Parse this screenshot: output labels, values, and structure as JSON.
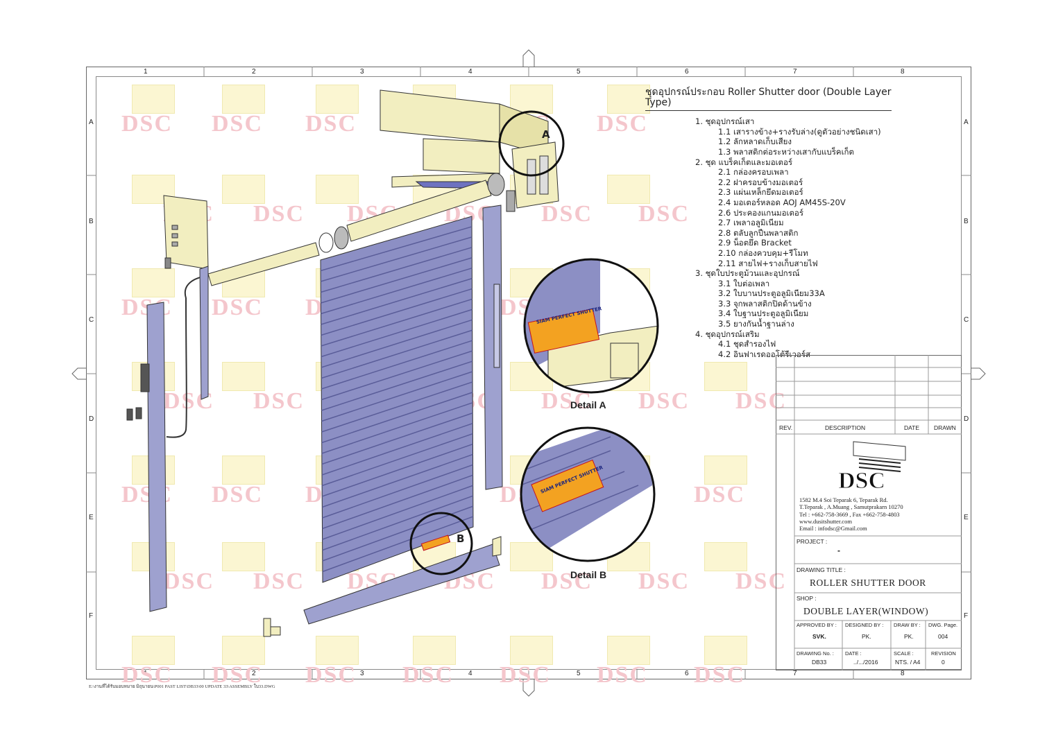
{
  "grid": {
    "columns": [
      "1",
      "2",
      "3",
      "4",
      "5",
      "6",
      "7",
      "8"
    ],
    "rows": [
      "A",
      "B",
      "C",
      "D",
      "E",
      "F"
    ]
  },
  "watermark": "DSC",
  "parts_list": {
    "title": "ชุดอุปกรณ์ประกอบ Roller Shutter door (Double Layer Type)",
    "groups": [
      {
        "label": "1. ชุดอุปกรณ์เสา",
        "items": [
          "1.1 เสารางข้าง+รางรับล่าง(ดูตัวอย่างชนิดเสา)",
          "1.2 ลักหลาดเก็บเสียง",
          "1.3 พลาสติกต่อระหว่างเสากับแบร็คเก็ต"
        ]
      },
      {
        "label": "2. ชุด แบร็คเก็ตและมอเตอร์",
        "items": [
          "2.1 กล่องครอบเพลา",
          "2.2 ฝาครอบข้างมอเตอร์",
          "2.3 แผ่นเหล็กยึดมอเตอร์",
          "2.4 มอเตอร์หลอด AOJ AM45S-20V",
          "2.6 ประคองแกนมอเตอร์",
          "2.7 เพลาอลูมิเนียม",
          "2.8 ตลับลูกปืนพลาสติก",
          "2.9 น็อตยึด Bracket",
          "2.10 กล่องควบคุม+รีโมท",
          "2.11 สายไฟ+รางเก็บสายไฟ"
        ]
      },
      {
        "label": "3. ชุดใบประตูม้วนและอุปกรณ์",
        "items": [
          "3.1 ใบต่อเพลา",
          "3.2 ใบบานประตูอลูมิเนียม33A",
          "3.3 จุกพลาสติกปิดด้านข้าง",
          "3.4 ใบฐานประตูอลูมิเนียม",
          "3.5 ยางกันน้ำฐานล่าง"
        ]
      },
      {
        "label": "4. ชุดอุปกรณ์เสริม",
        "items": [
          "4.1 ชุดสำรองไฟ",
          "4.2 อินฟาเรดออโต้รีเวอร์ส"
        ]
      }
    ]
  },
  "callouts": {
    "a": "A",
    "b": "B",
    "detail_a": "Detail A",
    "detail_b": "Detail B",
    "label_sticker": "SIAM PERFECT SHUTTER"
  },
  "title_block": {
    "rev_header": "REV.",
    "description_header": "DESCRIPTION",
    "date_header": "DATE",
    "drawn_header": "DRAWN",
    "company_logo": "DSC",
    "address": [
      "1582 M.4 Soi Teparak 6, Teparak Rd.",
      "T.Teparak , A.Muang , Samutprakarn 10270",
      "Tel : +662-758-3669 , Fax +662-758-4803",
      "www.dusitshutter.com",
      "Email : infodsc@Gmail.com"
    ],
    "project_label": "PROJECT :",
    "project_value": "-",
    "drawing_title_label": "DRAWING TITLE :",
    "drawing_title": "ROLLER SHUTTER DOOR",
    "shop_label": "SHOP :",
    "shop_value": "DOUBLE LAYER(WINDOW)",
    "approved_by_label": "APPROVED  BY :",
    "approved_by": "SVK.",
    "designed_by_label": "DESIGNED BY :",
    "designed_by": "PK.",
    "draw_by_label": "DRAW BY :",
    "draw_by": "PK.",
    "dwg_page_label": "DWG. Page.",
    "dwg_page": "004",
    "drawing_no_label": "DRAWING No. :",
    "drawing_no": "DB33",
    "date_label": "DATE :",
    "date": "../.../2016",
    "scale_label": "SCALE :",
    "scale": "NTS. / A4",
    "revision_label": "REVISION",
    "revision": "0"
  },
  "footer_path": "E:\\งานที่ได้รับมอบหมาย มิถุนายน\\P001 PAST LIST\\DB33\\00 UPDATE 33\\ASSEMBLY ใบ33.DWG",
  "colors": {
    "frame": "#666666",
    "curtain": "#8c8fc4",
    "headbox": "#f2eec0",
    "watermark": "#f4c6cc"
  }
}
